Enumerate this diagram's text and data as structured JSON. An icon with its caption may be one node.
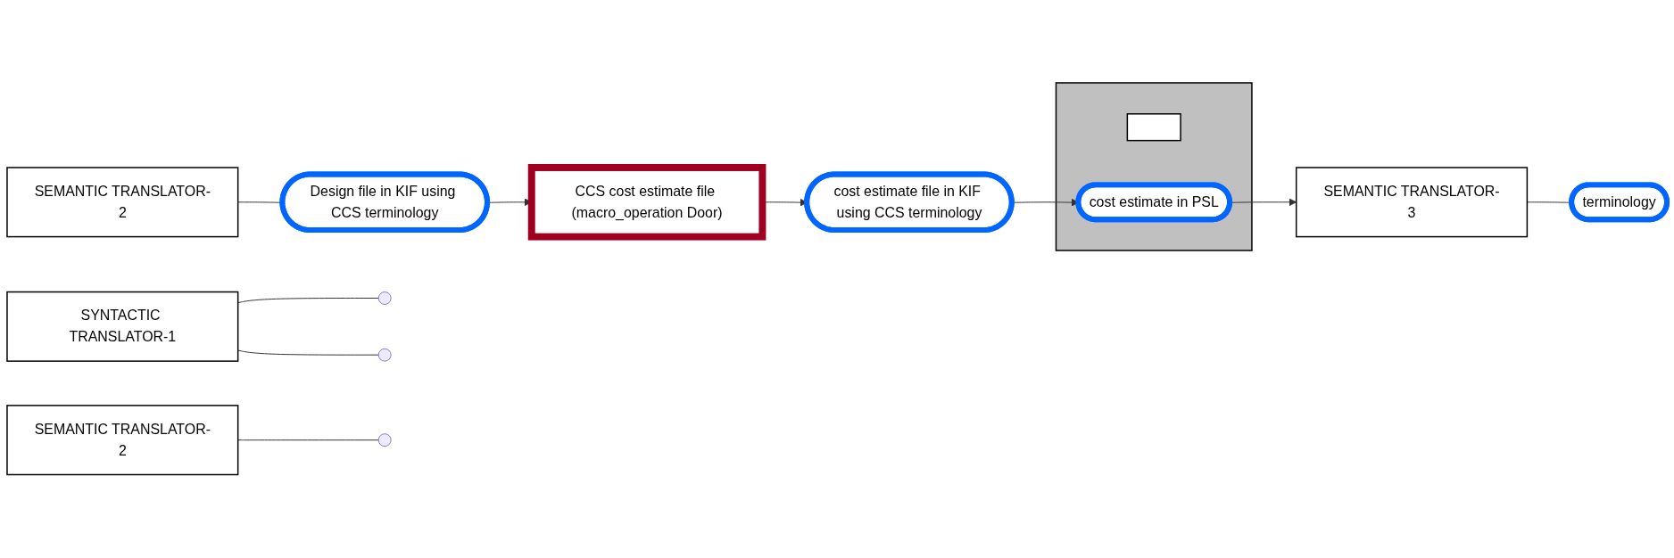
{
  "diagram": {
    "nodes": [
      {
        "text": [
          "SEMANTIC TRANSLATOR-2"
        ]
      },
      {
        "text": [],
        "shape": "box"
      },
      {
        "text": [],
        "shape": "box",
        "in": 1
      },
      {
        "text": [
          "cost estimate in PSL"
        ],
        "in": 1
      },
      {
        "text": [
          "terminology"
        ]
      },
      {
        "text": [
          "Design file in KIF using CCS terminology"
        ]
      },
      {
        "text": [
          "SEMANTIC TRANSLATOR-3"
        ]
      },
      {
        "text": [
          "SEMANTIC TRANSLATOR-2"
        ]
      },
      {
        "text": [
          "SYNTACTIC TRANSLATOR-1"
        ]
      },
      {
        "text": [
          "CCS cost estimate file (macro_operation Door)"
        ]
      },
      {
        "text": [
          "cost estimate file in KIF using CCS terminology"
        ]
      }
    ],
    "edges": [
      {
        "from": 0,
        "to": 5,
        "arrow": "none"
      },
      {
        "from": 5,
        "to": 9,
        "arrow": "to"
      },
      {
        "from": 8,
        "to": null,
        "arrow": "none"
      },
      {
        "from": 8,
        "to": null,
        "arrow": "none"
      },
      {
        "from": 9,
        "to": 10,
        "arrow": "to"
      },
      {
        "from": 10,
        "to": 3,
        "arrow": "to"
      },
      {
        "from": 7,
        "to": null,
        "arrow": "none"
      },
      {
        "from": 3,
        "to": 6,
        "arrow": "to"
      },
      {
        "from": 6,
        "to": 4,
        "arrow": "none"
      }
    ]
  }
}
